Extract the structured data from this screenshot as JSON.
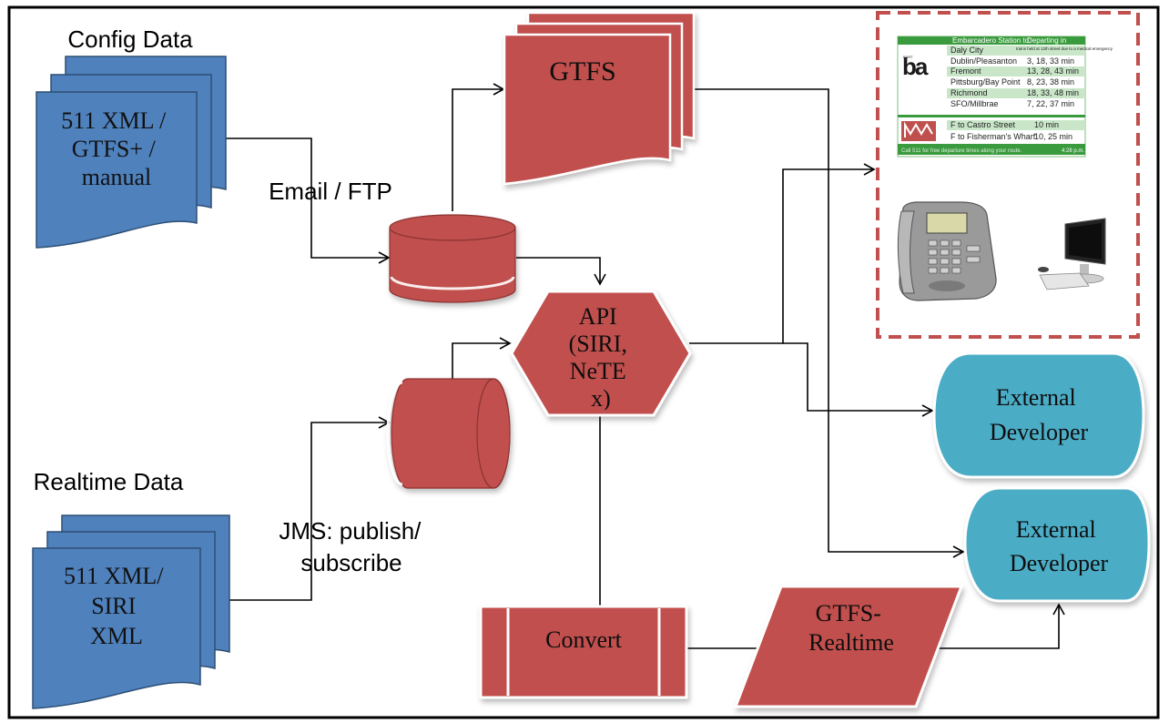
{
  "config_label": "Config Data",
  "config_doc_lines": [
    "511 XML /",
    "GTFS+ /",
    "manual"
  ],
  "email_label": "Email / FTP",
  "gtfs_label": "GTFS",
  "api_lines": [
    "API",
    "(SIRI,",
    "NeTE",
    "x)"
  ],
  "realtime_label": "Realtime Data",
  "jms_lines": [
    "JMS: publish/",
    "subscribe"
  ],
  "realtime_doc_lines": [
    "511 XML/",
    "SIRI",
    "XML"
  ],
  "convert_label": "Convert",
  "gtfs_rt_lines": [
    "GTFS-",
    "Realtime"
  ],
  "ext_dev_1_lines": [
    "External",
    "Developer"
  ],
  "ext_dev_2_lines": [
    "External",
    "Developer"
  ],
  "sign": {
    "header_station": "Embarcadero Station to:",
    "header_departing": "Departing in",
    "rows": [
      {
        "dest": "Daly City",
        "time": "trains held at 12th street due to a medical emergency"
      },
      {
        "dest": "Dublin/Pleasanton",
        "time": "3, 18, 33 min"
      },
      {
        "dest": "Fremont",
        "time": "13, 28, 43 min"
      },
      {
        "dest": "Pittsburg/Bay Point",
        "time": "8, 23, 38 min"
      },
      {
        "dest": "Richmond",
        "time": "18, 33, 48 min"
      },
      {
        "dest": "SFO/Millbrae",
        "time": "7, 22, 37 min"
      }
    ],
    "muni_rows": [
      {
        "dest": "F to Castro Street",
        "time": "10 min"
      },
      {
        "dest": "F to Fisherman's Wharf",
        "time": "10, 25 min"
      }
    ],
    "footer_text": "Call 511 for free departure times along your route.",
    "footer_time": "4:28 p.m.",
    "bart_logo": "ba",
    "bart_small": "BART"
  },
  "colors": {
    "doc_blue": "#4f81bd",
    "shape_red": "#c0504d",
    "dev_teal": "#4bacc6",
    "sign_green": "#3a9a3e",
    "dashed_border": "#c0504d"
  }
}
